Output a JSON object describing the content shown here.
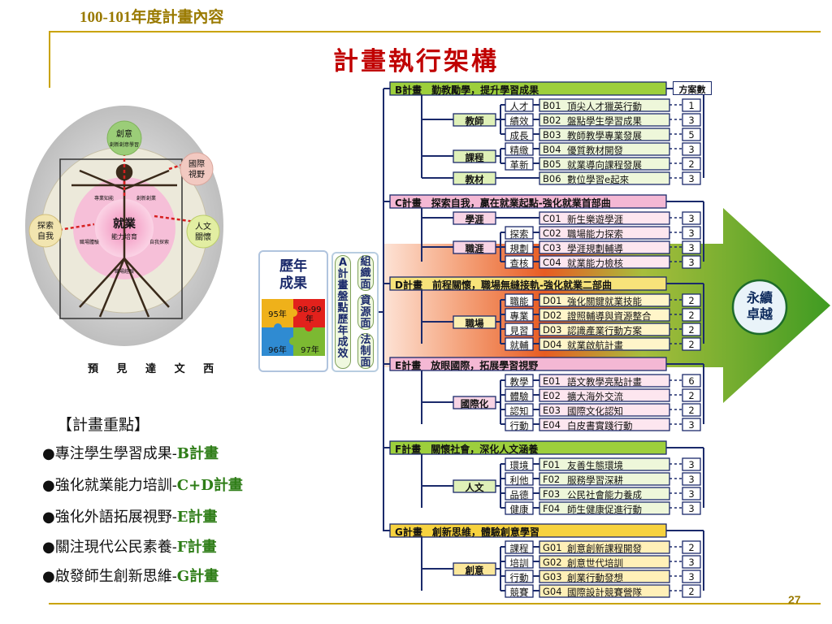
{
  "header": {
    "title": "100-101年度計畫內容",
    "slide_title": "計畫執行架構",
    "page_number": "27"
  },
  "vitruvian": {
    "caption": "預 見 達 文 西",
    "top_circle": [
      "創意",
      "創新創意學習"
    ],
    "center": [
      "就業",
      "能力培育"
    ],
    "left_circle": [
      "探索",
      "自我"
    ],
    "right_upper_circle": [
      "國際",
      "視野"
    ],
    "right_lower_circle": [
      "人文",
      "關懷"
    ],
    "inner_labels": [
      "專業知能",
      "職場體驗",
      "職場經驗",
      "創新創業",
      "自我探索"
    ]
  },
  "key_points": {
    "heading": "【計畫重點】",
    "items": [
      {
        "text": "●專注學生學習成果-",
        "plan": "B計畫"
      },
      {
        "text": "●強化就業能力培訓-",
        "plan": "C+D計畫"
      },
      {
        "text": "●強化外語拓展視野-",
        "plan": "E計畫"
      },
      {
        "text": "●關注現代公民素養-",
        "plan": "F計畫"
      },
      {
        "text": "●啟發師生創新思維-",
        "plan": "G計畫"
      }
    ]
  },
  "history": {
    "title": [
      "歷年",
      "成果"
    ],
    "pieces": [
      "95年",
      "98-99年",
      "96年",
      "97年"
    ]
  },
  "a_plan": {
    "columns": [
      "A計畫盤點歷年成效",
      "組織面",
      "資源面",
      "法制面"
    ]
  },
  "excellence": [
    "永續",
    "卓越"
  ],
  "count_header": "方案數",
  "plans": [
    {
      "title": "B計畫　勤教勵學，提升學習成果",
      "color": "#9dcf3c",
      "groups": [
        {
          "name": "教師",
          "subs": [
            {
              "sub": "人才",
              "code": "B01",
              "item": "頂尖人才獵英行動",
              "count": "1"
            },
            {
              "sub": "績效",
              "code": "B02",
              "item": "盤點學生學習成果",
              "count": "3"
            },
            {
              "sub": "成長",
              "code": "B03",
              "item": "教師教學專業發展",
              "count": "5"
            }
          ]
        },
        {
          "name": "課程",
          "subs": [
            {
              "sub": "精緻",
              "code": "B04",
              "item": "優質教材開發",
              "count": "3"
            },
            {
              "sub": "革新",
              "code": "B05",
              "item": "就業導向課程發展",
              "count": "2"
            }
          ]
        },
        {
          "name": "教材",
          "subs": [
            {
              "sub": "",
              "code": "B06",
              "item": "數位學習e起來",
              "count": "3"
            }
          ]
        }
      ]
    },
    {
      "title": "C計畫　探索自我，贏在就業起點-強化就業首部曲",
      "color": "#f4b8d4",
      "groups": [
        {
          "name": "學涯",
          "subs": [
            {
              "sub": "",
              "code": "C01",
              "item": "新生樂遊學涯",
              "count": "3"
            }
          ]
        },
        {
          "name": "職涯",
          "subs": [
            {
              "sub": "探索",
              "code": "C02",
              "item": "職場能力探索",
              "count": "3"
            },
            {
              "sub": "規劃",
              "code": "C03",
              "item": "學涯規劃輔導",
              "count": "3"
            },
            {
              "sub": "查核",
              "code": "C04",
              "item": "就業能力檢核",
              "count": "3"
            }
          ]
        }
      ]
    },
    {
      "title": "D計畫　前程關懷，職場無縫接軌-強化就業二部曲",
      "color": "#f7e37a",
      "groups": [
        {
          "name": "職場",
          "subs": [
            {
              "sub": "職能",
              "code": "D01",
              "item": "強化關鍵就業技能",
              "count": "2"
            },
            {
              "sub": "專業",
              "code": "D02",
              "item": "證照輔導與資源整合",
              "count": "2"
            },
            {
              "sub": "見習",
              "code": "D03",
              "item": "認識產業行動方案",
              "count": "2"
            },
            {
              "sub": "就輔",
              "code": "D04",
              "item": "就業啟航計畫",
              "count": "2"
            }
          ]
        }
      ]
    },
    {
      "title": "E計畫　放眼國際，拓展學習視野",
      "color": "#f4b8d4",
      "groups": [
        {
          "name": "國際化",
          "subs": [
            {
              "sub": "教學",
              "code": "E01",
              "item": "語文教學亮點計畫",
              "count": "6"
            },
            {
              "sub": "體驗",
              "code": "E02",
              "item": "擴大海外交流",
              "count": "2"
            },
            {
              "sub": "認知",
              "code": "E03",
              "item": "國際文化認知",
              "count": "2"
            },
            {
              "sub": "行動",
              "code": "E04",
              "item": "白皮書實踐行動",
              "count": "3"
            }
          ]
        }
      ]
    },
    {
      "title": "F計畫　關懷社會，深化人文涵養",
      "color": "#9dcf3c",
      "groups": [
        {
          "name": "人文",
          "subs": [
            {
              "sub": "環境",
              "code": "F01",
              "item": "友善生態環境",
              "count": "3"
            },
            {
              "sub": "利他",
              "code": "F02",
              "item": "服務學習深耕",
              "count": "3"
            },
            {
              "sub": "品德",
              "code": "F03",
              "item": "公民社會能力養成",
              "count": "3"
            },
            {
              "sub": "健康",
              "code": "F04",
              "item": "師生健康促進行動",
              "count": "3"
            }
          ]
        }
      ]
    },
    {
      "title": "G計畫　創新思維，體驗創意學習",
      "color": "#f7d23e",
      "groups": [
        {
          "name": "創意",
          "subs": [
            {
              "sub": "課程",
              "code": "G01",
              "item": "創意創新課程開發",
              "count": "2"
            },
            {
              "sub": "培訓",
              "code": "G02",
              "item": "創意世代培訓",
              "count": "3"
            },
            {
              "sub": "行動",
              "code": "G03",
              "item": "創業行動發想",
              "count": "3"
            },
            {
              "sub": "競賽",
              "code": "G04",
              "item": "國際設計競賽營隊",
              "count": "2"
            }
          ]
        }
      ]
    }
  ]
}
